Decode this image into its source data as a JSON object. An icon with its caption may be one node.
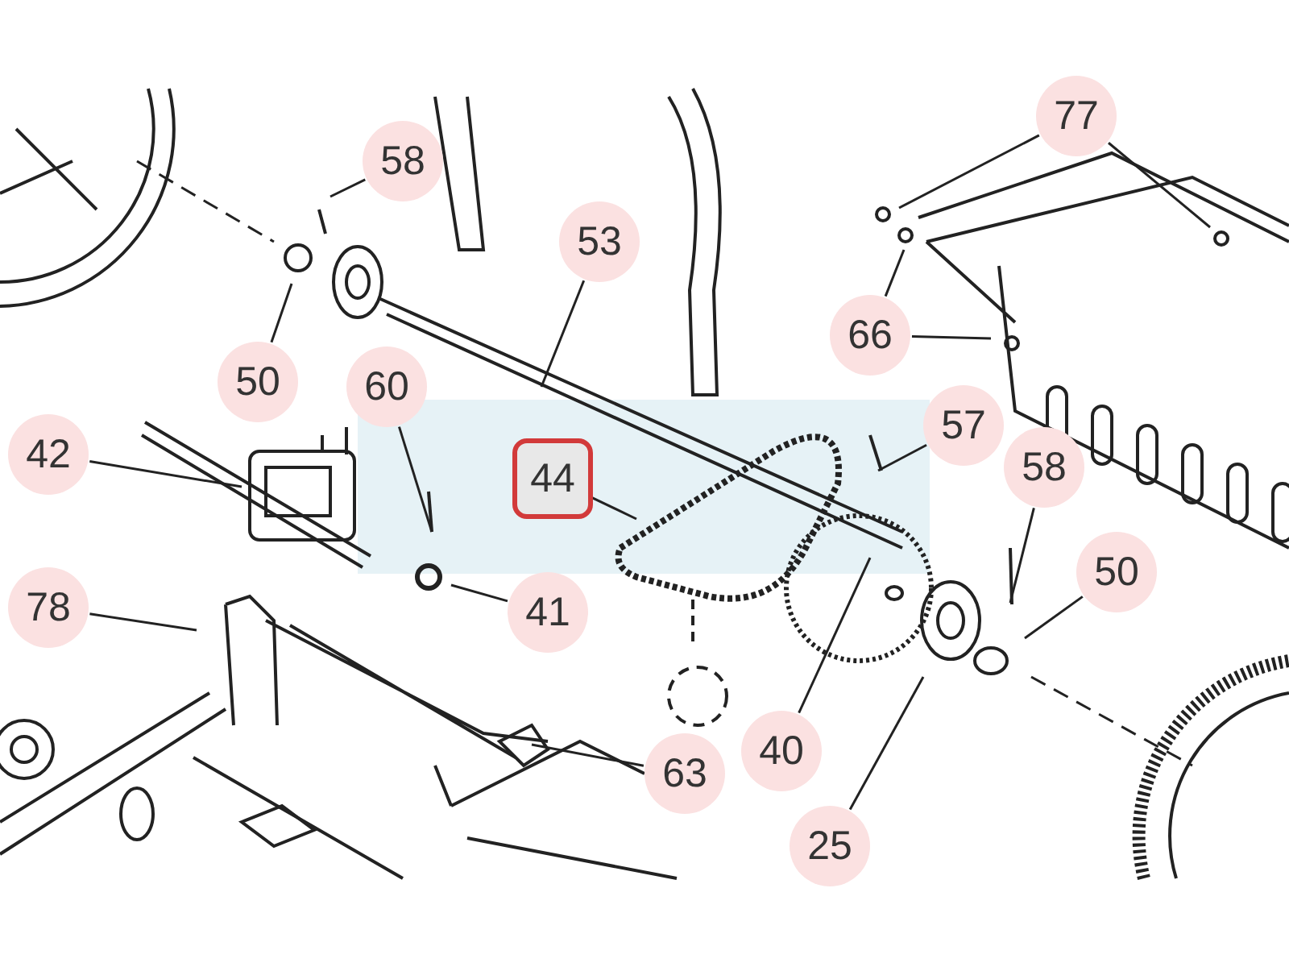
{
  "diagram": {
    "nodes": [
      {
        "text": [
          "77"
        ]
      },
      {
        "text": [
          "58"
        ]
      },
      {
        "text": [
          "53"
        ]
      },
      {
        "text": [
          "66"
        ]
      },
      {
        "text": [
          "50"
        ]
      },
      {
        "text": [
          "60"
        ]
      },
      {
        "text": [
          "57"
        ]
      },
      {
        "text": [
          "42"
        ]
      },
      {
        "text": [
          "44"
        ]
      },
      {
        "text": [
          "58"
        ]
      },
      {
        "text": [
          "50"
        ]
      },
      {
        "text": [
          "78"
        ]
      },
      {
        "text": [
          "41"
        ]
      },
      {
        "text": [
          "63"
        ]
      },
      {
        "text": [
          "40"
        ]
      },
      {
        "text": [
          "25"
        ]
      }
    ],
    "edges": [
      {
        "from": 0,
        "to": null,
        "arrow": "none"
      },
      {
        "from": 0,
        "to": null,
        "arrow": "none"
      },
      {
        "from": 1,
        "to": null,
        "arrow": "none"
      },
      {
        "from": 2,
        "to": null,
        "arrow": "none"
      },
      {
        "from": 3,
        "to": null,
        "arrow": "none"
      },
      {
        "from": 3,
        "to": null,
        "arrow": "none"
      },
      {
        "from": 4,
        "to": null,
        "arrow": "none"
      },
      {
        "from": 5,
        "to": null,
        "arrow": "none"
      },
      {
        "from": 6,
        "to": null,
        "arrow": "none"
      },
      {
        "from": 7,
        "to": null,
        "arrow": "none"
      },
      {
        "from": 8,
        "to": null,
        "arrow": "none"
      },
      {
        "from": 9,
        "to": null,
        "arrow": "none"
      },
      {
        "from": 10,
        "to": null,
        "arrow": "none"
      },
      {
        "from": 11,
        "to": null,
        "arrow": "none"
      },
      {
        "from": 12,
        "to": null,
        "arrow": "none"
      },
      {
        "from": 13,
        "to": null,
        "arrow": "none"
      },
      {
        "from": 14,
        "to": null,
        "arrow": "none"
      },
      {
        "from": 15,
        "to": null,
        "arrow": "none"
      }
    ]
  }
}
